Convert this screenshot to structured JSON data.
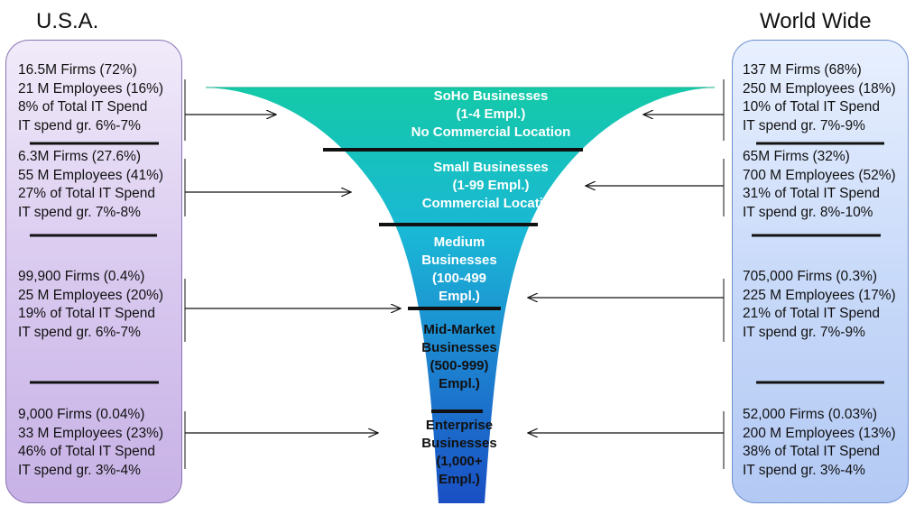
{
  "titles": {
    "left": "U.S.A.",
    "right": "World Wide"
  },
  "colors": {
    "usa_panel": "#d9c9ef",
    "world_panel": "#c9daf9",
    "funnel_top": "#14c9a8",
    "funnel_bottom": "#1a4fc4"
  },
  "segments": [
    {
      "lines": [
        "SoHo Businesses",
        "(1-4 Empl.)",
        "No Commercial Location"
      ]
    },
    {
      "lines": [
        "Small Businesses",
        "(1-99 Empl.)",
        "Commercial Location"
      ]
    },
    {
      "lines": [
        "Medium",
        "Businesses",
        "(100-499",
        "Empl.)"
      ]
    },
    {
      "lines": [
        "Mid-Market",
        "Businesses",
        "(500-999)",
        "Empl.)"
      ]
    },
    {
      "lines": [
        "Enterprise",
        "Businesses",
        "(1,000+",
        "Empl.)"
      ]
    }
  ],
  "usa": [
    {
      "lines": [
        "16.5M Firms (72%)",
        "21 M Employees (16%)",
        "8% of Total IT Spend",
        "IT spend gr. 6%-7%"
      ]
    },
    {
      "lines": [
        "6.3M Firms (27.6%)",
        "55 M Employees (41%)",
        "27% of Total IT Spend",
        "IT spend gr. 7%-8%"
      ]
    },
    {
      "lines": [
        "99,900 Firms (0.4%)",
        "25 M Employees (20%)",
        "19% of Total IT Spend",
        "IT spend gr. 6%-7%"
      ]
    },
    {
      "lines": [
        "9,000 Firms (0.04%)",
        "33 M Employees (23%)",
        "46% of Total IT Spend",
        "IT spend gr. 3%-4%"
      ]
    }
  ],
  "world": [
    {
      "lines": [
        "137 M Firms (68%)",
        "250 M Employees (18%)",
        "10% of Total IT Spend",
        "IT spend gr. 7%-9%"
      ]
    },
    {
      "lines": [
        "65M Firms (32%)",
        "700 M Employees (52%)",
        "31% of Total IT Spend",
        "IT spend gr. 8%-10%"
      ]
    },
    {
      "lines": [
        "705,000 Firms (0.3%)",
        "225 M Employees (17%)",
        "21% of Total IT Spend",
        "IT spend gr. 7%-9%"
      ]
    },
    {
      "lines": [
        "52,000 Firms (0.03%)",
        "200 M Employees (13%)",
        "38% of Total IT Spend",
        "IT spend gr. 3%-4%"
      ]
    }
  ]
}
